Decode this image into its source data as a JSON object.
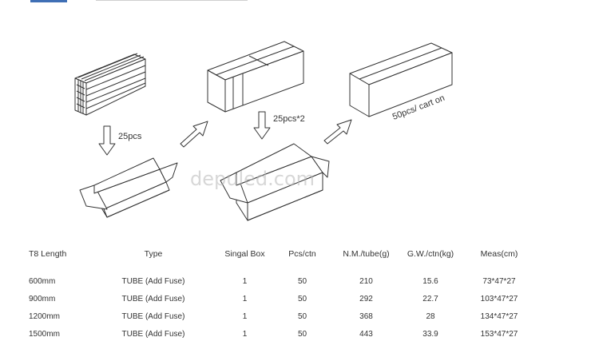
{
  "watermark": "depuled.com",
  "steps": {
    "step1_label": "25pcs",
    "step2_label": "25pcs*2",
    "step3_label": "50pcs/ cart on"
  },
  "table": {
    "headers": [
      "T8 Length",
      "Type",
      "Singal Box",
      "Pcs/ctn",
      "N.M./tube(g)",
      "G.W./ctn(kg)",
      "Meas(cm)"
    ],
    "rows": [
      [
        "600mm",
        "TUBE (Add Fuse)",
        "1",
        "50",
        "210",
        "15.6",
        "73*47*27"
      ],
      [
        "900mm",
        "TUBE (Add Fuse)",
        "1",
        "50",
        "292",
        "22.7",
        "103*47*27"
      ],
      [
        "1200mm",
        "TUBE (Add Fuse)",
        "1",
        "50",
        "368",
        "28",
        "134*47*27"
      ],
      [
        "1500mm",
        "TUBE (Add Fuse)",
        "1",
        "50",
        "443",
        "33.9",
        "153*47*27"
      ]
    ]
  }
}
